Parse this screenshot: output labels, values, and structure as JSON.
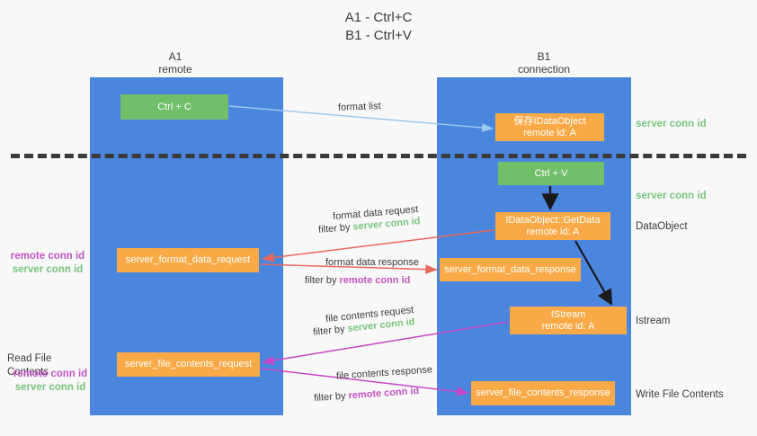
{
  "title": {
    "line1": "A1 - Ctrl+C",
    "line2": "B1 - Ctrl+V"
  },
  "lanes": [
    {
      "id": "a1",
      "name": "A1",
      "role": "remote"
    },
    {
      "id": "b1",
      "name": "B1",
      "role": "connection"
    }
  ],
  "nodes": {
    "ctrl_c": {
      "label": "Ctrl + C",
      "color": "#72bf6a"
    },
    "save_dataobject": {
      "line1": "保存IDataObject",
      "line2": "remote id: A",
      "color": "#f9aa46"
    },
    "ctrl_v": {
      "label": "Ctrl + V",
      "color": "#72bf6a"
    },
    "getdata": {
      "line1": "IDataObject::GetData",
      "line2": "remote id: A",
      "color": "#f9aa46"
    },
    "server_format_data_request": {
      "label": "server_format_data_request",
      "color": "#f9aa46"
    },
    "server_format_data_response": {
      "label": "server_format_data_response",
      "color": "#f9aa46"
    },
    "istream": {
      "line1": "IStream",
      "line2": "remote id: A",
      "color": "#f9aa46"
    },
    "server_file_contents_request": {
      "label": "server_file_contents_request",
      "color": "#f9aa46"
    },
    "server_file_contents_response": {
      "label": "server_file_contents_response",
      "color": "#f9aa46"
    }
  },
  "right_labels": {
    "server_conn_id_1": "server conn id",
    "server_conn_id_2": "server conn id",
    "dataobject": "DataObject",
    "istream": "Istream",
    "write_file_contents": "Write File Contents"
  },
  "left_labels": {
    "remote_conn_id_1": "remote conn id",
    "server_conn_id_1": "server conn id",
    "read_file_contents": "Read File Contents",
    "remote_conn_id_2": "remote conn id",
    "server_conn_id_2": "server conn id"
  },
  "edge_labels": {
    "format_list": "format list",
    "format_data_request": "format data request",
    "format_data_request_filter_prefix": "filter by ",
    "format_data_request_filter_value": "server conn id",
    "format_data_response": "format data response",
    "format_data_response_filter_prefix": "filter by ",
    "format_data_response_filter_value": "remote conn id",
    "file_contents_request": "file contents request",
    "file_contents_request_filter_prefix": "filter by ",
    "file_contents_request_filter_value": "server conn id",
    "file_contents_response": "file contents response",
    "file_contents_response_filter_prefix": "filter by ",
    "file_contents_response_filter_value": "remote conn id"
  },
  "colors": {
    "lane_blue": "#4a86de",
    "node_orange": "#f9aa46",
    "node_green": "#72bf6a",
    "server_conn_green": "#79c47d",
    "remote_conn_magenta": "#c354c3",
    "edge_light_blue": "#9cc7ef",
    "edge_red": "#e8685a",
    "edge_magenta": "#c646c6",
    "edge_black": "#1a1a1a",
    "divider": "#3a3a3a",
    "background": "#f8f8f8"
  }
}
